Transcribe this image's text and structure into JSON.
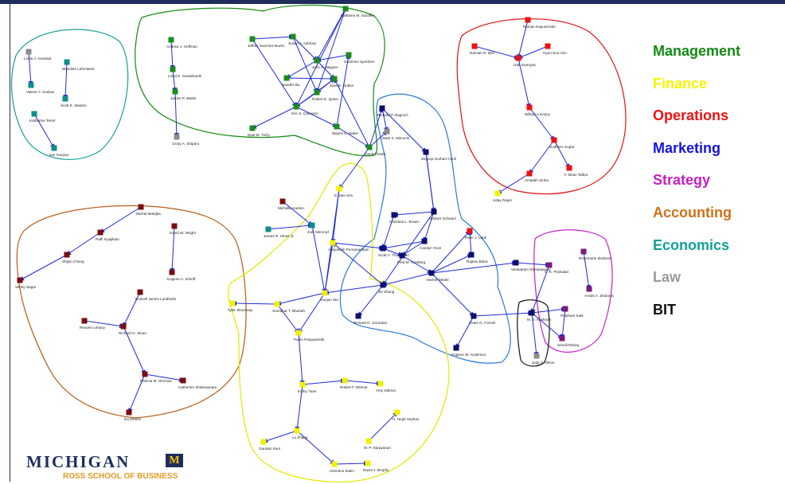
{
  "legend": [
    {
      "label": "Management",
      "color": "#138a13"
    },
    {
      "label": "Finance",
      "color": "#f5f500"
    },
    {
      "label": "Operations",
      "color": "#ee1111"
    },
    {
      "label": "Marketing",
      "color": "#1414dd"
    },
    {
      "label": "Strategy",
      "color": "#c320c3"
    },
    {
      "label": "Accounting",
      "color": "#d07018"
    },
    {
      "label": "Economics",
      "color": "#11a09a"
    },
    {
      "label": "Law",
      "color": "#9a9a9a"
    },
    {
      "label": "BIT",
      "color": "#111111"
    }
  ],
  "node_colors": {
    "management": "#1c8c1c",
    "finance": "#f0f000",
    "operations": "#ee1111",
    "marketing": "#0e0e6a",
    "strategy": "#7a1a7a",
    "accounting": "#7a0e0e",
    "economics": "#128c8c",
    "law": "#8c8c8c"
  },
  "edge_color": "#1f2bd6",
  "hull_colors": {
    "management": "#138a13",
    "finance": "#e6e600",
    "operations": "#dd1111",
    "marketing": "#2a7ad8",
    "strategy": "#c320c3",
    "accounting": "#b85c14",
    "economics": "#17a09a",
    "bit": "#111111"
  },
  "nodes": {
    "gosslad": {
      "label": "Linda J. Gosslad",
      "group": "law"
    },
    "lefontaine": {
      "label": "Blandine Lefontaine",
      "group": "economics"
    },
    "suslow": {
      "label": "Valerie Y. Suslow",
      "group": "economics"
    },
    "masten": {
      "label": "Scott E. Masten",
      "group": "economics"
    },
    "terrel": {
      "label": "Katherine Terrel",
      "group": "economics"
    },
    "svejnar": {
      "label": "Jan Svejnar",
      "group": "economics"
    },
    "hoffman": {
      "label": "Andrew J. Hoffman",
      "group": "management"
    },
    "sandelands": {
      "label": "Lloyd E. Sandelands",
      "group": "management"
    },
    "walsh": {
      "label": "James P. Walsh",
      "group": "management"
    },
    "shipani": {
      "label": "Cindy A. Shipani",
      "group": "law"
    },
    "sanchez": {
      "label": "Jeffrey Sanchez-Burks",
      "group": "management"
    },
    "ashford": {
      "label": "Susan J. Ashford",
      "group": "management"
    },
    "sutcliffe": {
      "label": "Kathleen M. Sutcliffe",
      "group": "management"
    },
    "spreitzer": {
      "label": "Gretchen Spreitzer",
      "group": "management"
    },
    "wagner": {
      "label": "John A. Wagner",
      "group": "management"
    },
    "dutton": {
      "label": "Jane E. Dutton",
      "group": "management"
    },
    "nbu": {
      "label": "Nandini Bu",
      "group": "management"
    },
    "quinn": {
      "label": "Robert E. Quinn",
      "group": "management"
    },
    "cameron": {
      "label": "Kim S. Cameron",
      "group": "management"
    },
    "baker": {
      "label": "Wayne E. Baker",
      "group": "management"
    },
    "tichy": {
      "label": "Noel M. Tichy",
      "group": "management"
    },
    "davis": {
      "label": "Gerald Davis",
      "group": "management"
    },
    "bagozzi": {
      "label": "Richard P. Bagozzi",
      "group": "marketing"
    },
    "mizruchi": {
      "label": "Mark S. Mizruchi",
      "group": "law"
    },
    "gurhan": {
      "label": "Zeynep Gurhan-Canli",
      "group": "marketing"
    },
    "kapuscinski": {
      "label": "Roman Kapuscinski",
      "group": "operations"
    },
    "beil": {
      "label": "Damian R. Beil",
      "group": "operations"
    },
    "ahn": {
      "label": "Hyun-Soo Ahn",
      "group": "operations"
    },
    "duenyas": {
      "label": "Izak Duenyas",
      "group": "operations"
    },
    "lovejoy": {
      "label": "William Lovejoy",
      "group": "operations"
    },
    "gupta": {
      "label": "Sudheer Gupta",
      "group": "operations"
    },
    "talbot": {
      "label": "F. Brian Talbot",
      "group": "operations"
    },
    "sinha": {
      "label": "Amitabh Sinha",
      "group": "operations"
    },
    "rajan": {
      "label": "Uday Rajan",
      "group": "finance"
    },
    "hkim": {
      "label": "E. Han Kim",
      "group": "finance"
    },
    "hanlon": {
      "label": "Michelle Hanlon",
      "group": "accounting"
    },
    "slemrod": {
      "label": "Joel Slemrod",
      "group": "economics"
    },
    "hines": {
      "label": "James R. Hines Jr.",
      "group": "economics"
    },
    "matejka": {
      "label": "Michal Matejka",
      "group": "accounting"
    },
    "inyajikian": {
      "label": "Raffi Inyajikian",
      "group": "accounting"
    },
    "wright": {
      "label": "David W. Wright",
      "group": "accounting"
    },
    "cheng": {
      "label": "Shijun Cheng",
      "group": "accounting"
    },
    "imhoff": {
      "label": "Eugene A. Imhoff",
      "group": "accounting"
    },
    "nagar": {
      "label": "Venky Nagar",
      "group": "accounting"
    },
    "lundholm": {
      "label": "Russell James Lundholm",
      "group": "accounting"
    },
    "lehavy": {
      "label": "Reuven Lehavy",
      "group": "accounting"
    },
    "sloan": {
      "label": "Richard G. Sloan",
      "group": "accounting"
    },
    "dechow": {
      "label": "Patricia M. Dechow",
      "group": "accounting"
    },
    "shakespeare": {
      "label": "Catherine Shakespeare",
      "group": "accounting"
    },
    "dichev": {
      "label": "Ilia Dichev",
      "group": "accounting"
    },
    "purnanandam": {
      "label": "Amiyatosh Purnanandam",
      "group": "finance"
    },
    "schwarz": {
      "label": "Norbert Schwarz",
      "group": "marketing"
    },
    "brown": {
      "label": "Christina L. Brown",
      "group": "marketing"
    },
    "yoon": {
      "label": "Carolyn Yoon",
      "group": "marketing"
    },
    "lenk": {
      "label": "Peter J. Lenk",
      "group": "operations"
    },
    "srinivasan": {
      "label": "Rajeev Batra",
      "group": "marketing"
    },
    "thompson": {
      "label": "Scott A. Thompson",
      "group": "marketing"
    },
    "weinberg": {
      "label": "Fred M. Feinberg",
      "group": "marketing"
    },
    "wedel": {
      "label": "Michel Wedel",
      "group": "marketing"
    },
    "ramaswamy": {
      "label": "Venkatram Ramaswamy",
      "group": "marketing"
    },
    "prahalad": {
      "label": "C. K. Prahalad",
      "group": "strategy"
    },
    "ziedonis_r": {
      "label": "Rosemarie Ziedonis",
      "group": "strategy"
    },
    "ziedonis_a": {
      "label": "Arvids A. Ziedonis",
      "group": "strategy"
    },
    "wu": {
      "label": "Guojun Wu",
      "group": "finance"
    },
    "zhang": {
      "label": "Jie Zhang",
      "group": "marketing"
    },
    "gonzalez": {
      "label": "Richard D. Gonzalez",
      "group": "marketing"
    },
    "fornell": {
      "label": "Claes G. Fornell",
      "group": "marketing"
    },
    "anderson": {
      "label": "Eugene W. Anderson",
      "group": "marketing"
    },
    "krishnan": {
      "label": "M. S. Krishnan",
      "group": "marketing"
    },
    "kale": {
      "label": "Prashant Kale",
      "group": "strategy"
    },
    "ethiraj": {
      "label": "Sendil Ethiraj",
      "group": "strategy"
    },
    "olson": {
      "label": "Judy S. Olson",
      "group": "law"
    },
    "shumway": {
      "label": "Tyler Shumway",
      "group": "finance"
    },
    "bharath": {
      "label": "Sreedhar T. Bharath",
      "group": "finance"
    },
    "pasquariello": {
      "label": "Paolo Pasquariello",
      "group": "finance"
    },
    "yuan": {
      "label": "Kathy Yuan",
      "group": "finance"
    },
    "ditmar_r": {
      "label": "Robert F. Dittmar",
      "group": "finance"
    },
    "ditmar_a": {
      "label": "Amy Dittmar",
      "group": "finance"
    },
    "seyhun": {
      "label": "H. Nejat Seyhun",
      "group": "finance"
    },
    "lzhang": {
      "label": "Lu Zhang",
      "group": "finance"
    },
    "kaul": {
      "label": "Gautam Kaul",
      "group": "finance"
    },
    "narayanan": {
      "label": "M. P. Narayanan",
      "group": "finance"
    },
    "sialm": {
      "label": "Clemens Sialm",
      "group": "finance"
    },
    "brophy": {
      "label": "David J. Brophy",
      "group": "finance"
    }
  },
  "logo": {
    "wordmark": "MICHIGAN",
    "mark": "M",
    "school": "ROSS SCHOOL OF BUSINESS"
  }
}
